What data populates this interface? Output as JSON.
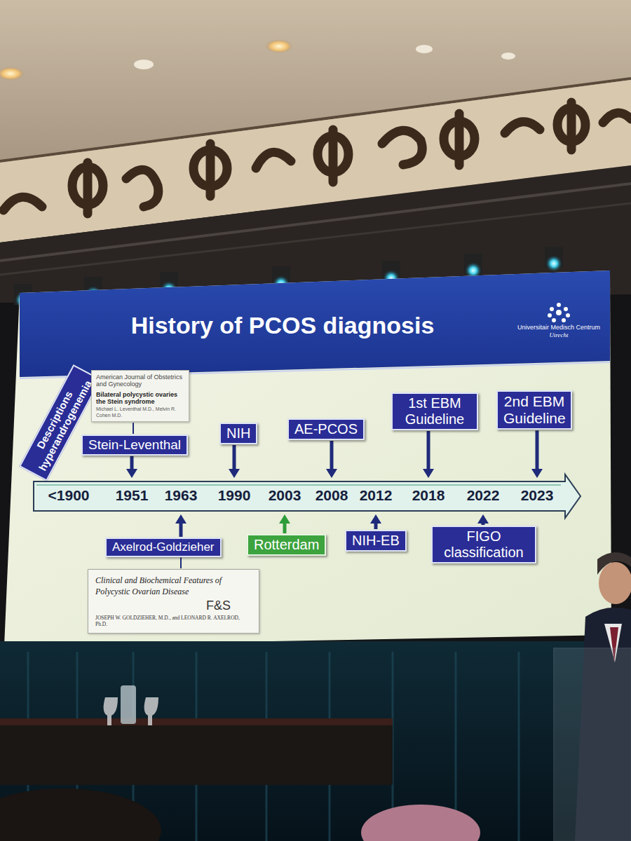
{
  "diagram": {
    "title": "History of PCOS diagnosis",
    "nodes": [
      {
        "text": [
          "Descriptions hyperandrogenemia"
        ]
      },
      {
        "text": [
          "American Journal of Obstetrics and Gynecology",
          "Bilateral polycystic ovaries the Stein syndrome",
          "Michael L. Leventhal M.D., Melvin R. Cohen M.D."
        ]
      },
      {
        "text": [
          "Stein-Leventhal"
        ]
      },
      {
        "text": [
          "NIH"
        ]
      },
      {
        "text": [
          "AE-PCOS"
        ]
      },
      {
        "text": [
          "1st EBM Guideline"
        ]
      },
      {
        "text": [
          "2nd EBM Guideline"
        ]
      },
      {
        "text": [
          "<1900",
          "1951",
          "1963",
          "1990",
          "2003",
          "2008",
          "2012",
          "2018",
          "2022",
          "2023"
        ]
      },
      {
        "text": [
          "Axelrod-Goldzieher"
        ]
      },
      {
        "text": [
          "Rotterdam"
        ]
      },
      {
        "text": [
          "NIH-EB"
        ]
      },
      {
        "text": [
          "FIGO classification"
        ]
      },
      {
        "text": [
          "Clinical and Biochemical Features of Polycystic Ovarian Disease",
          "F&S",
          "JOSEPH W. GOLDZIEHER, M.D., and LEONARD R. AXELROD, Ph.D."
        ]
      }
    ],
    "edges": [
      {
        "from": 1,
        "to": 2,
        "arrow": "none"
      },
      {
        "from": 2,
        "to": 7,
        "arrow": "to"
      },
      {
        "from": 3,
        "to": 7,
        "arrow": "to"
      },
      {
        "from": 4,
        "to": 7,
        "arrow": "to"
      },
      {
        "from": 5,
        "to": 7,
        "arrow": "to"
      },
      {
        "from": 6,
        "to": 7,
        "arrow": "to"
      },
      {
        "from": 8,
        "to": 7,
        "arrow": "to"
      },
      {
        "from": 8,
        "to": 12,
        "arrow": "none"
      },
      {
        "from": 9,
        "to": 7,
        "arrow": "to"
      },
      {
        "from": 10,
        "to": 7,
        "arrow": "to"
      },
      {
        "from": 11,
        "to": 7,
        "arrow": "to"
      }
    ],
    "labels": [
      "Universitair Medisch Centrum",
      "Utrecht"
    ]
  }
}
